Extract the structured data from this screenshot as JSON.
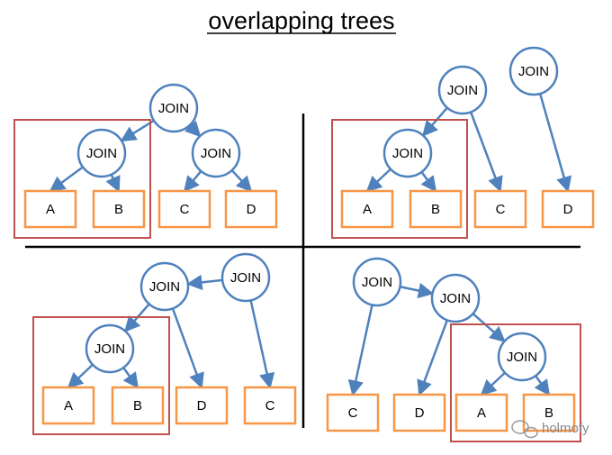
{
  "title": "overlapping trees",
  "watermark": "holmofy",
  "colors": {
    "join_stroke": "#4f81bd",
    "leaf_stroke": "#f79646",
    "highlight_stroke": "#c0504d",
    "divider": "#000000",
    "edge": "#4f81bd"
  },
  "panels": [
    {
      "id": "top-left",
      "joins": [
        "JOIN",
        "JOIN",
        "JOIN"
      ],
      "leaves": [
        "A",
        "B",
        "C",
        "D"
      ]
    },
    {
      "id": "top-right",
      "joins": [
        "JOIN",
        "JOIN",
        "JOIN"
      ],
      "leaves": [
        "A",
        "B",
        "C",
        "D"
      ]
    },
    {
      "id": "bottom-left",
      "joins": [
        "JOIN",
        "JOIN",
        "JOIN"
      ],
      "leaves": [
        "A",
        "B",
        "D",
        "C"
      ]
    },
    {
      "id": "bottom-right",
      "joins": [
        "JOIN",
        "JOIN",
        "JOIN"
      ],
      "leaves": [
        "C",
        "D",
        "A",
        "B"
      ]
    }
  ]
}
